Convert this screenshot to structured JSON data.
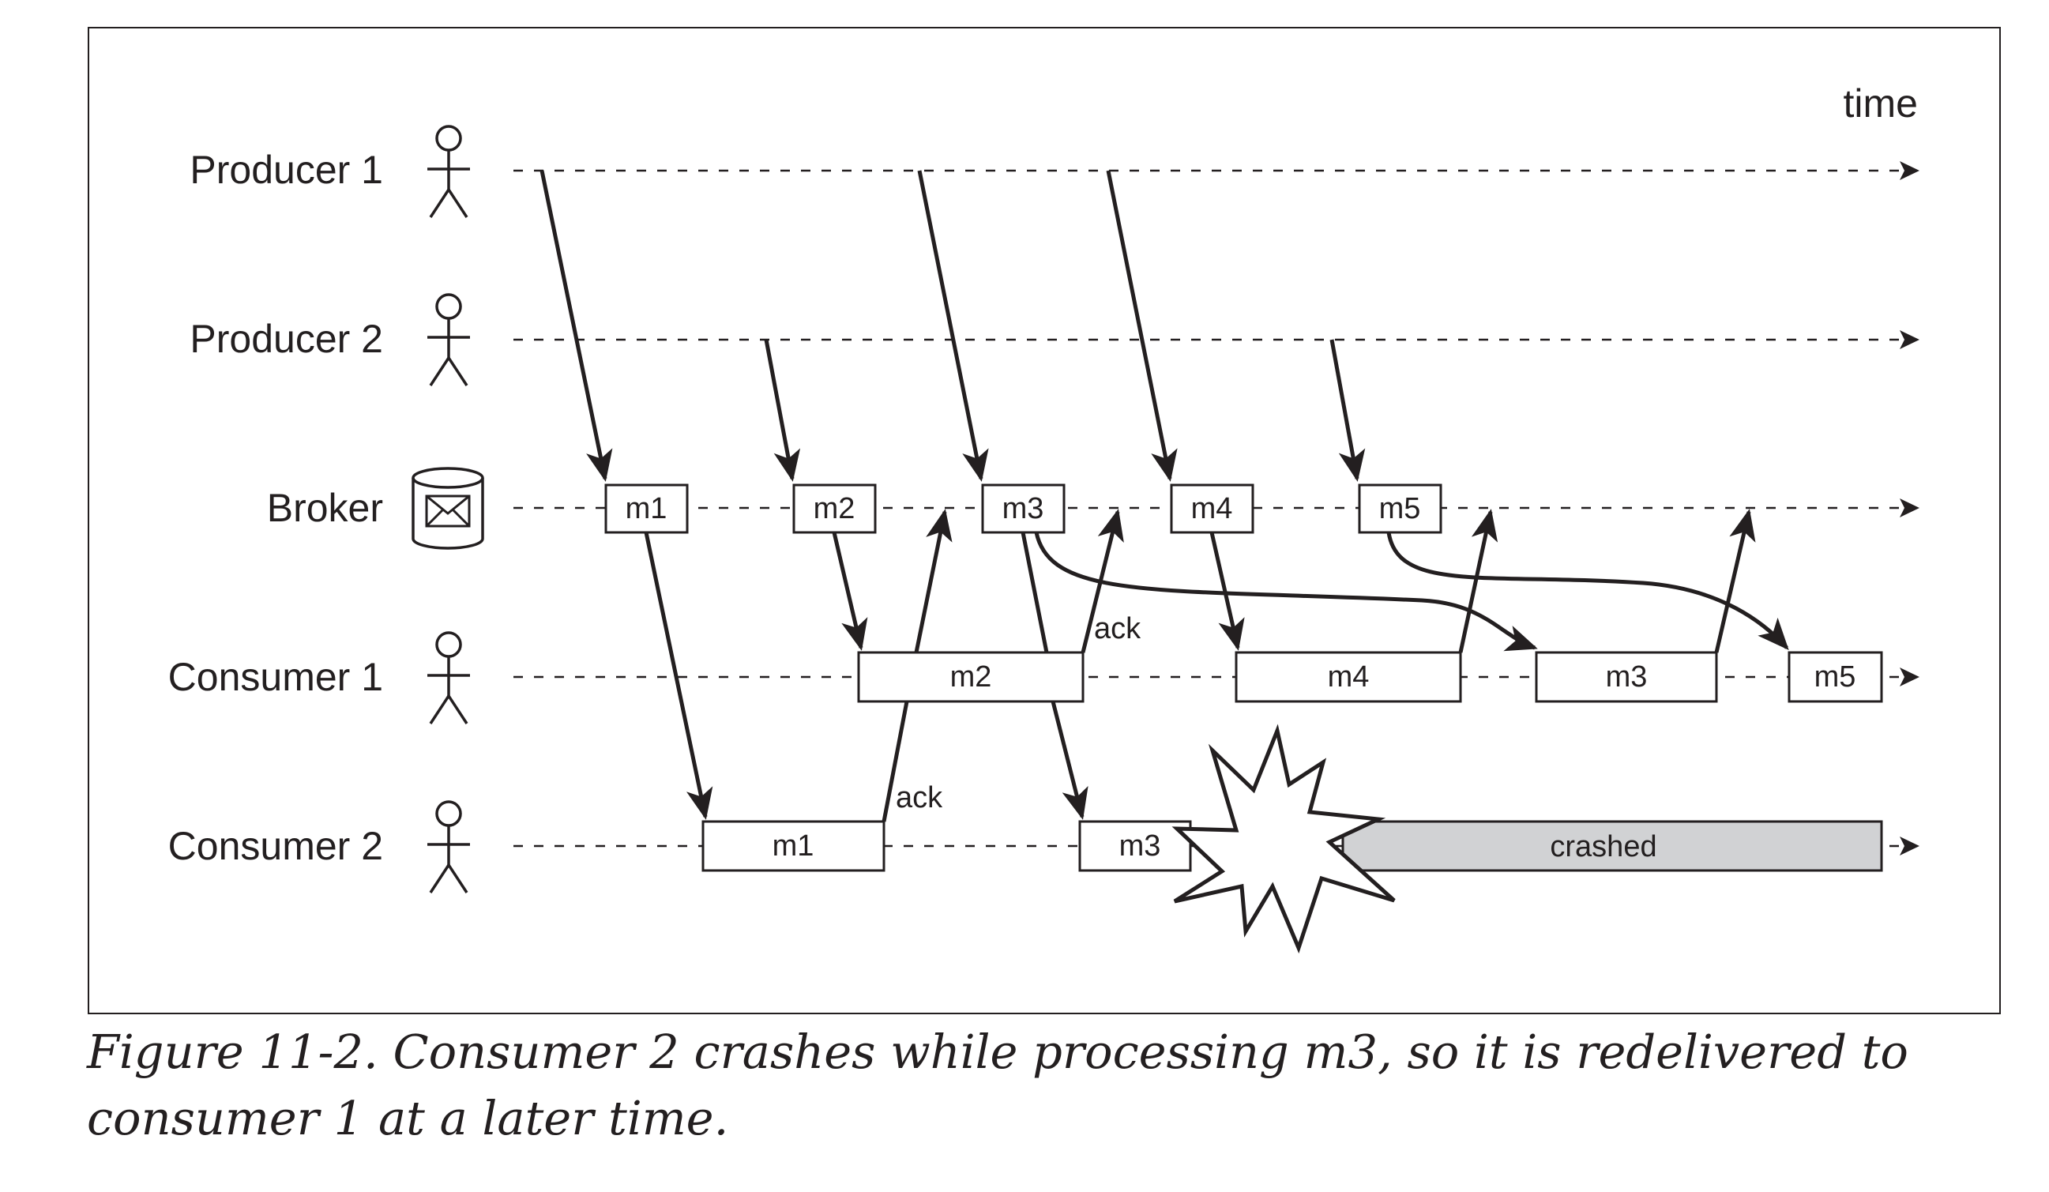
{
  "diagram": {
    "time_label": "time",
    "lanes": {
      "producer1": "Producer 1",
      "producer2": "Producer 2",
      "broker": "Broker",
      "consumer1": "Consumer 1",
      "consumer2": "Consumer 2"
    },
    "broker_messages": [
      "m1",
      "m2",
      "m3",
      "m4",
      "m5"
    ],
    "consumer1_boxes": [
      "m2",
      "m4",
      "m3",
      "m5"
    ],
    "consumer2_boxes": [
      "m1",
      "m3"
    ],
    "crashed_label": "crashed",
    "ack_label": "ack"
  },
  "caption": {
    "text": "Figure 11-2. Consumer 2 crashes while processing m3, so it is redelivered to consumer 1 at a later time."
  }
}
